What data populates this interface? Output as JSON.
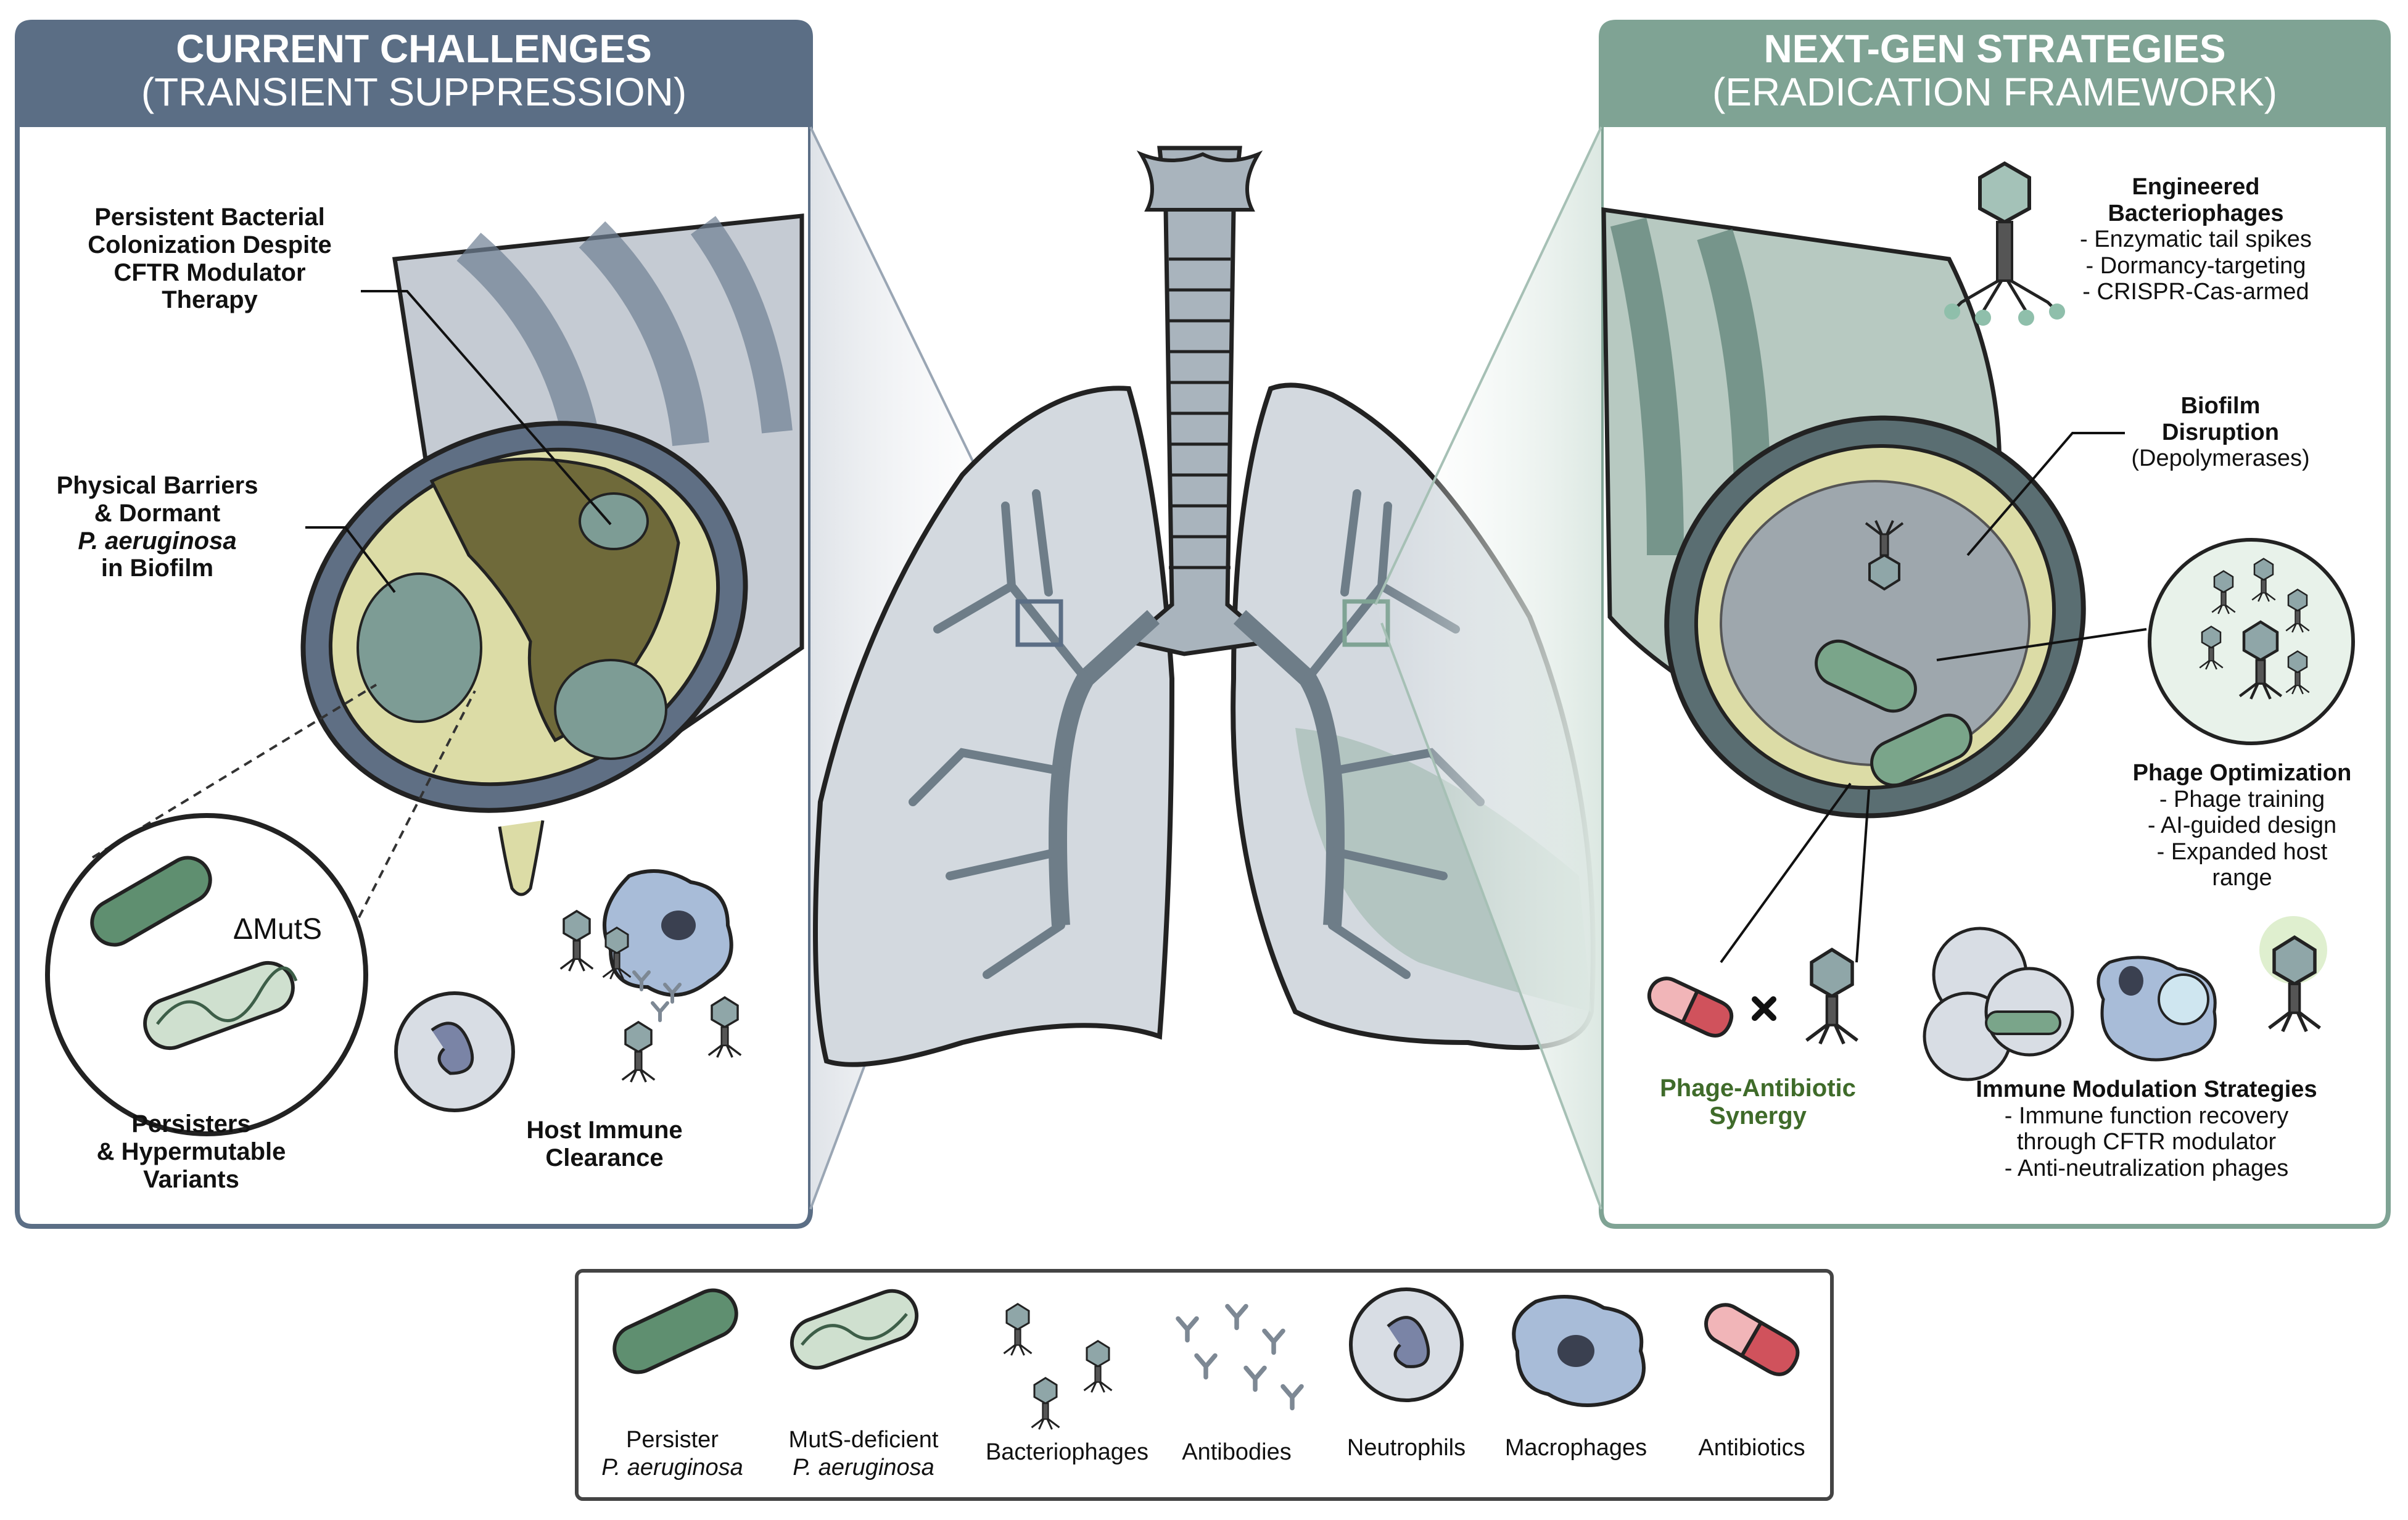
{
  "left_panel": {
    "title_line1": "CURRENT CHALLENGES",
    "title_line2": "(TRANSIENT SUPPRESSION)",
    "label_persistent": [
      "Persistent Bacterial",
      "Colonization Despite",
      "CFTR Modulator",
      "Therapy"
    ],
    "label_barriers": [
      "Physical Barriers",
      "& Dormant",
      "P. aeruginosa",
      "in Biofilm"
    ],
    "label_mutS": "ΔMutS",
    "label_persisters": [
      "Persisters",
      "& Hypermutable",
      "Variants"
    ],
    "label_clearance": [
      "Host Immune",
      "Clearance"
    ]
  },
  "right_panel": {
    "title_line1": "NEXT-GEN STRATEGIES",
    "title_line2": "(ERADICATION FRAMEWORK)",
    "phages_title": [
      "Engineered",
      "Bacteriophages"
    ],
    "phages_items": [
      "- Enzymatic tail spikes",
      "- Dormancy-targeting",
      "- CRISPR-Cas-armed"
    ],
    "biofilm_title": [
      "Biofilm",
      "Disruption"
    ],
    "biofilm_sub": "(Depolymerases)",
    "optim_title": "Phage Optimization",
    "optim_items": [
      "- Phage training",
      "- AI-guided design",
      "- Expanded host",
      "range"
    ],
    "synergy": [
      "Phage-Antibiotic",
      "Synergy"
    ],
    "immune_title": "Immune Modulation Strategies",
    "immune_items": [
      "- Immune function recovery",
      "through CFTR modulator",
      "- Anti-neutralization phages"
    ]
  },
  "legend": {
    "items": [
      {
        "line1": "Persister",
        "line2": "P. aeruginosa",
        "icon": "persister-rod"
      },
      {
        "line1": "MutS-deficient",
        "line2": "P. aeruginosa",
        "icon": "muts-rod"
      },
      {
        "line1": "Bacteriophages",
        "line2": "",
        "icon": "phage"
      },
      {
        "line1": "Antibodies",
        "line2": "",
        "icon": "antibody"
      },
      {
        "line1": "Neutrophils",
        "line2": "",
        "icon": "neutrophil"
      },
      {
        "line1": "Macrophages",
        "line2": "",
        "icon": "macrophage"
      },
      {
        "line1": "Antibiotics",
        "line2": "",
        "icon": "capsule"
      }
    ]
  },
  "colors": {
    "left_header": "#5b6e85",
    "right_header": "#7fa394",
    "persister_green": "#5f8f70",
    "synergy_text": "#3f6b2a",
    "antibiotic_red": "#d0525c",
    "lung_fill": "#d3d9df",
    "biofilm_yellow": "#dcdca6"
  }
}
